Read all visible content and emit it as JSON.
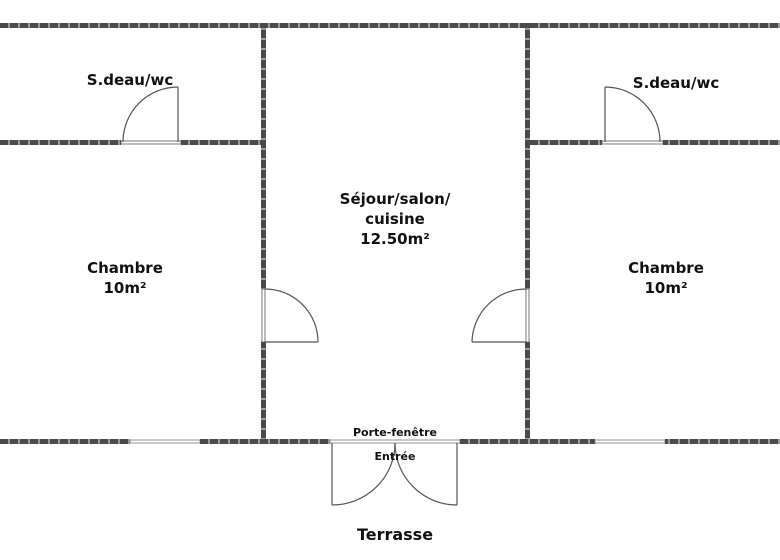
{
  "plan": {
    "type": "floor-plan",
    "wall_color": "#3a3a3a",
    "window_color": "#bfbfbf"
  },
  "rooms": {
    "bath_left": {
      "name": "S.deau/wc"
    },
    "bath_right": {
      "name": "S.deau/wc"
    },
    "bedroom_left": {
      "name": "Chambre",
      "area": "10m²"
    },
    "bedroom_right": {
      "name": "Chambre",
      "area": "10m²"
    },
    "living": {
      "name_line1": "Séjour/salon/",
      "name_line2": "cuisine",
      "area": "12.50m²"
    }
  },
  "openings": {
    "french_window": "Porte-fenêtre",
    "entrance": "Entrée"
  },
  "outside": {
    "terrace": "Terrasse"
  }
}
